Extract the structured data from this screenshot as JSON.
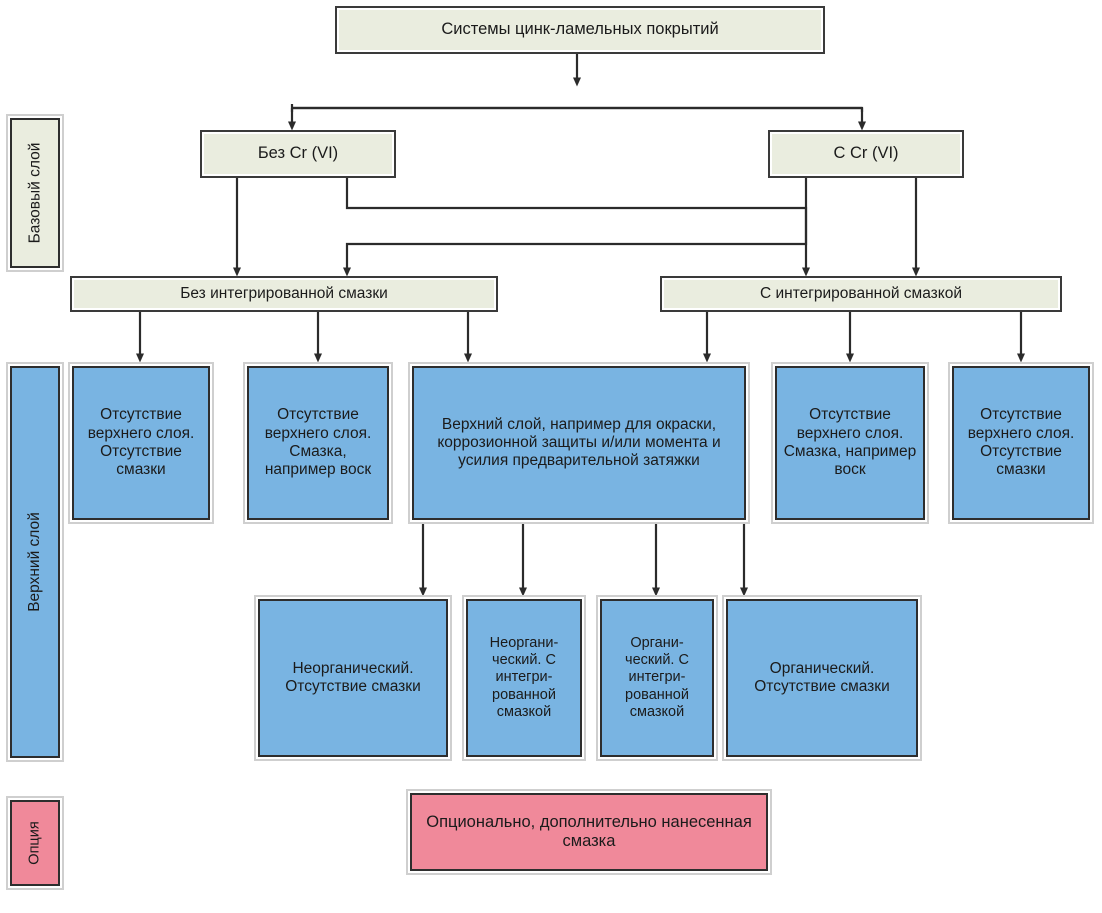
{
  "title_box": {
    "label": "Системы цинк-ламельных покрытий"
  },
  "rails": [
    {
      "name": "base-layer",
      "label": "Базовый слой",
      "color": "#eaeddf"
    },
    {
      "name": "top-layer",
      "label": "Верхний слой",
      "color": "#79b4e2"
    },
    {
      "name": "option",
      "label": "Опция",
      "color": "#f0899a"
    }
  ],
  "level2": [
    {
      "name": "without-cr6",
      "label": "Без Cr (VI)"
    },
    {
      "name": "with-cr6",
      "label": "С Cr (VI)"
    }
  ],
  "level3": [
    {
      "name": "without-integrated-lubricant",
      "label": "Без интегрированной смазки"
    },
    {
      "name": "with-integrated-lubricant",
      "label": "С интегрированной смазкой"
    }
  ],
  "top_layer_row": [
    {
      "name": "no-topcoat-no-lube-left",
      "label": "Отсутствие верхнего слоя. Отсутствие смазки"
    },
    {
      "name": "no-topcoat-wax-left",
      "label": "Отсутствие верхнего слоя. Смазка, например воск"
    },
    {
      "name": "topcoat-main",
      "label": "Верхний слой, например для окраски, коррозионной защиты и/или момента и усилия предварительной затяжки"
    },
    {
      "name": "no-topcoat-wax-right",
      "label": "Отсутствие верхнего слоя. Смазка, например воск"
    },
    {
      "name": "no-topcoat-no-lube-right",
      "label": "Отсутствие верхнего слоя. Отсутствие смазки"
    }
  ],
  "topcoat_children": [
    {
      "name": "inorganic-no-lube",
      "label": "Неорганический. Отсутствие смазки"
    },
    {
      "name": "inorganic-with-lube",
      "label": "Неоргани-ческий. С интегри-рованной смазкой"
    },
    {
      "name": "organic-with-lube",
      "label": "Органи-ческий. С интегри-рованной смазкой"
    },
    {
      "name": "organic-no-lube",
      "label": "Органический. Отсутствие смазки"
    }
  ],
  "option_box": {
    "name": "optional-lubricant",
    "label": "Опционально, дополнительно нанесенная смазка"
  },
  "colors": {
    "beige": "#eaeddf",
    "blue": "#79b4e2",
    "pink": "#f0899a",
    "border": "#2e2e2e",
    "connector": "#2b2b2b",
    "background": "#ffffff"
  }
}
